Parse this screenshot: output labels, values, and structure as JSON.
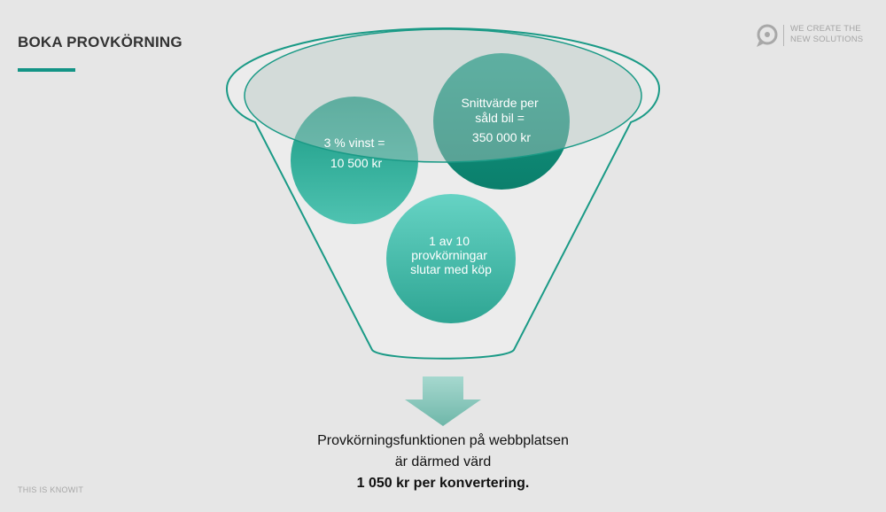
{
  "slide": {
    "title": "BOKA PROVKÖRNING",
    "footer": "THIS IS KNOWIT"
  },
  "logo": {
    "icon": "location-pin-icon",
    "line1": "WE CREATE THE",
    "line2": "NEW SOLUTIONS"
  },
  "funnel": {
    "circle_profit": {
      "line1": "3 % vinst =",
      "line2": "10 500 kr"
    },
    "circle_average": {
      "line1": "Snittvärde per",
      "line2": "såld bil =",
      "line3": "350 000 kr"
    },
    "circle_conversion": {
      "line1": "1 av 10",
      "line2": "provkörningar",
      "line3": "slutar med köp"
    }
  },
  "conclusion": {
    "line1": "Provkörningsfunktionen på webbplatsen",
    "line2": "är därmed värd",
    "line3": "1 050 kr per konvertering."
  },
  "colors": {
    "accent": "#139486",
    "background": "#e6e6e6",
    "circle_dark": "#0f9480",
    "circle_mid": "#2aa894",
    "circle_light": "#4fc4b5"
  }
}
